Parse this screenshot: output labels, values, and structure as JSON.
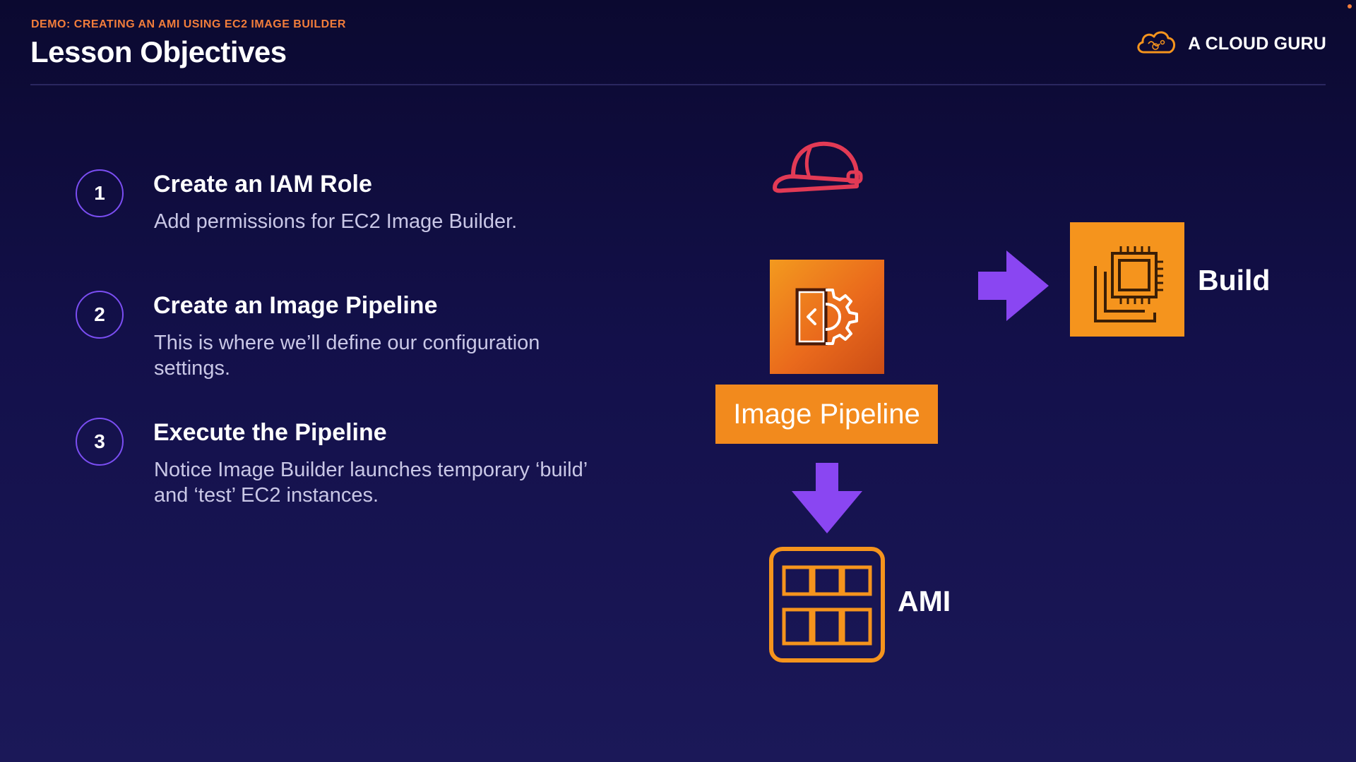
{
  "header": {
    "kicker": "DEMO: CREATING AN AMI USING EC2 IMAGE BUILDER",
    "title": "Lesson Objectives",
    "brand_name": "A CLOUD GURU",
    "brand_icon": "cloud-logo-icon"
  },
  "objectives": [
    {
      "number": "1",
      "title": "Create an IAM Role",
      "description": "Add permissions for EC2 Image Builder."
    },
    {
      "number": "2",
      "title": "Create an Image Pipeline",
      "description": "This is where we’ll define our configuration settings."
    },
    {
      "number": "3",
      "title": "Execute the Pipeline",
      "description": "Notice Image Builder launches temporary ‘build’ and ‘test’ EC2 instances."
    }
  ],
  "diagram": {
    "iam_icon": "hard-hat-icon",
    "pipeline_icon": "image-builder-icon",
    "pipeline_label": "Image Pipeline",
    "build_icon": "ec2-instance-icon",
    "build_label": "Build",
    "ami_icon": "ami-icon",
    "ami_label": "AMI"
  },
  "colors": {
    "accent_orange": "#f27d3b",
    "arrow_purple": "#8a46f2",
    "helmet_red": "#e23a55",
    "tile_orange": "#f5941d",
    "background_top": "#0b0930",
    "background_bottom": "#1b1858"
  }
}
